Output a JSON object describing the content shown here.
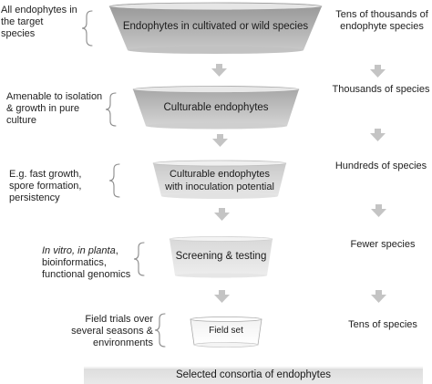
{
  "funnel_stages": [
    {
      "label": "Endophytes in cultivated or wild species"
    },
    {
      "label": "Culturable endophytes"
    },
    {
      "label": "Culturable endophytes with inoculation potential"
    },
    {
      "label": "Screening & testing"
    },
    {
      "label": "Field set"
    }
  ],
  "final_bar": {
    "label": "Selected consortia of  endophytes"
  },
  "left_notes": [
    {
      "text": "All endophytes in the target species"
    },
    {
      "text": "Amenable to isolation & growth in pure culture"
    },
    {
      "text": "E.g. fast growth, spore formation, persistency"
    },
    {
      "italic": "In vitro, in planta",
      "rest": ", bioinformatics, functional genomics"
    },
    {
      "text": "Field trials over several seasons & environments"
    }
  ],
  "right_counts": [
    {
      "text": "Tens of thousands of endophyte species"
    },
    {
      "text": "Thousands of species"
    },
    {
      "text": "Hundreds of species"
    },
    {
      "text": "Fewer species"
    },
    {
      "text": "Tens of species"
    }
  ],
  "colors": {
    "funnel_top": "#8f8f8f",
    "funnel_bottom": "#d9d9d9",
    "arrow": "#c4c4c4",
    "bracket": "#8a8a8a",
    "bar": "#e3e3e3"
  },
  "icons": [
    "down-arrow-icon",
    "curly-bracket-icon"
  ]
}
